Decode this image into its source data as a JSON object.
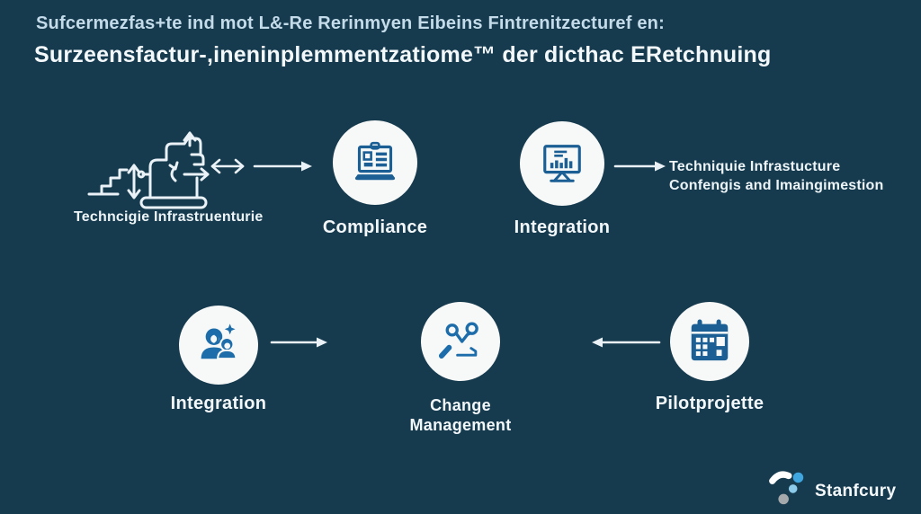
{
  "header": {
    "line1": "Sufcermezfas+te ind mot L&-Re Rerinmyen Eibeins Fintrenitzecturef en:",
    "line2": "Surzeensfactur-,ineninplemmentzatiome™ der dicthac ERetchnuing"
  },
  "top_flow": {
    "source_icon": "hand-drawn-machine-stairs-icon",
    "source_label": "Techncigie Infrastruenturie",
    "nodes": [
      {
        "icon": "clipboard-laptop-icon",
        "label": "Compliance"
      },
      {
        "icon": "monitor-chart-icon",
        "label": "Integration"
      }
    ],
    "result": {
      "line1": "Techniquie Infrastucture",
      "line2": "Confengis and Imaingimestion"
    }
  },
  "bottom_flow": {
    "nodes": [
      {
        "icon": "team-people-icon",
        "label": "Integration"
      },
      {
        "icon": "magnifier-trend-icon",
        "label_line1": "Change",
        "label_line2": "Management"
      },
      {
        "icon": "calendar-icon",
        "label": "Pilotprojette"
      }
    ]
  },
  "footer": {
    "brand": "Stanfcury",
    "logo_icon": "dots-swoosh-logo"
  },
  "colors": {
    "background": "#163a4e",
    "title_primary": "#c4dbe9",
    "title_secondary": "#f3f8fb",
    "circle_fill": "#f7f9f8",
    "icon_blue": "#1b5f94",
    "icon_blue_bright": "#1e6dab",
    "arrow_white": "#eaf2f7",
    "logo_blue": "#3fa6e0",
    "logo_light_blue": "#8ccbe9",
    "logo_gray": "#a6a9ab"
  }
}
